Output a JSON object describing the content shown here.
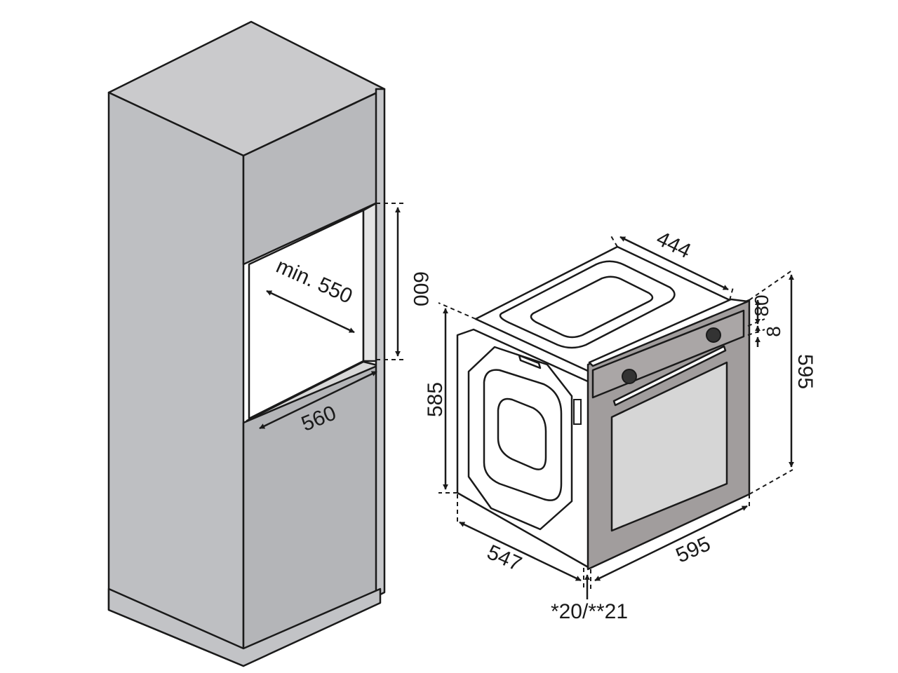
{
  "colors": {
    "cabinet_light": "#cacacc",
    "cabinet_mid": "#bebfc2",
    "cabinet_dark": "#a8a9ac",
    "oven_panel": "#a19d9d",
    "oven_glass": "#d6d6d6",
    "oven_side": "#ffffff",
    "line": "#1a1a1a"
  },
  "cabinet": {
    "niche_height": "600",
    "niche_depth": "min. 550",
    "niche_width": "560"
  },
  "oven": {
    "depth_top": "444",
    "control_height": "80",
    "gap": "8",
    "front_height": "595",
    "body_height": "585",
    "body_depth": "547",
    "front_width": "595",
    "door_note": "*20/**21"
  }
}
